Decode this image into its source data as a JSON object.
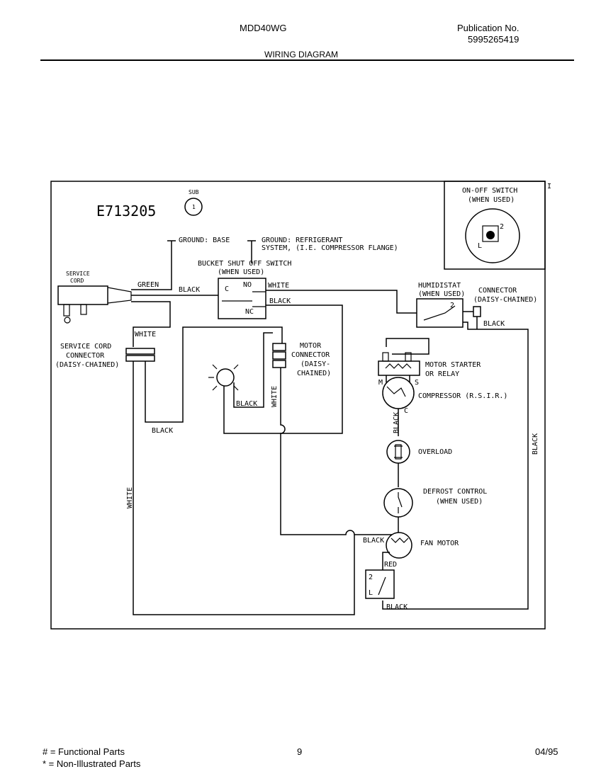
{
  "header": {
    "model": "MDD40WG",
    "publication_label": "Publication No.",
    "publication_number": "5995265419",
    "section_title": "WIRING DIAGRAM"
  },
  "diagram": {
    "drawing_number": "E713205",
    "sub_label": "SUB",
    "sub_number": "1",
    "ground_base": "GROUND: BASE",
    "ground_refrigerant_1": "GROUND: REFRIGERANT",
    "ground_refrigerant_2": "SYSTEM, (I.E. COMPRESSOR FLANGE)",
    "service_cord_1": "SERVICE",
    "service_cord_2": "CORD",
    "bucket_switch_1": "BUCKET SHUT OFF SWITCH",
    "bucket_switch_2": "(WHEN USED)",
    "switch_c": "C",
    "switch_no": "NO",
    "switch_nc": "NC",
    "onoff_1": "ON-OFF SWITCH",
    "onoff_2": "(WHEN USED)",
    "onoff_term_2": "2",
    "onoff_term_l": "L",
    "humidistat_1": "HUMIDISTAT",
    "humidistat_2": "(WHEN USED)",
    "humidistat_term": "2",
    "connector_1": "CONNECTOR",
    "connector_2": "(DAISY-CHAINED)",
    "service_cord_conn_1": "SERVICE CORD",
    "service_cord_conn_2": "CONNECTOR",
    "service_cord_conn_3": "(DAISY-CHAINED)",
    "motor_conn_1": "MOTOR",
    "motor_conn_2": "CONNECTOR",
    "motor_conn_3": "(DAISY-",
    "motor_conn_4": "CHAINED)",
    "motor_starter_1": "MOTOR STARTER",
    "motor_starter_2": "OR RELAY",
    "compressor": "COMPRESSOR (R.S.I.R.)",
    "comp_m": "M",
    "comp_s": "S",
    "comp_c": "C",
    "overload": "OVERLOAD",
    "defrost_1": "DEFROST CONTROL",
    "defrost_2": "(WHEN USED)",
    "fan_motor": "FAN MOTOR",
    "fan_switch_2": "2",
    "fan_switch_l": "L",
    "wire_green": "GREEN",
    "wire_black_cord": "BLACK",
    "wire_white_no": "WHITE",
    "wire_black_nc": "BLACK",
    "wire_white_conn": "WHITE",
    "wire_black_lower": "BLACK",
    "wire_black_lamp": "BLACK",
    "wire_white_motor": "WHITE",
    "wire_white_left": "WHITE",
    "wire_black_hum": "BLACK",
    "wire_black_comp": "BLACK",
    "wire_black_right": "BLACK",
    "wire_black_fan": "BLACK",
    "wire_red": "RED",
    "wire_black_bottom": "BLACK",
    "corner_mark": "I"
  },
  "footer": {
    "legend_1": "#  =  Functional Parts",
    "legend_2": "*  =  Non-Illustrated Parts",
    "page_number": "9",
    "date": "04/95"
  }
}
